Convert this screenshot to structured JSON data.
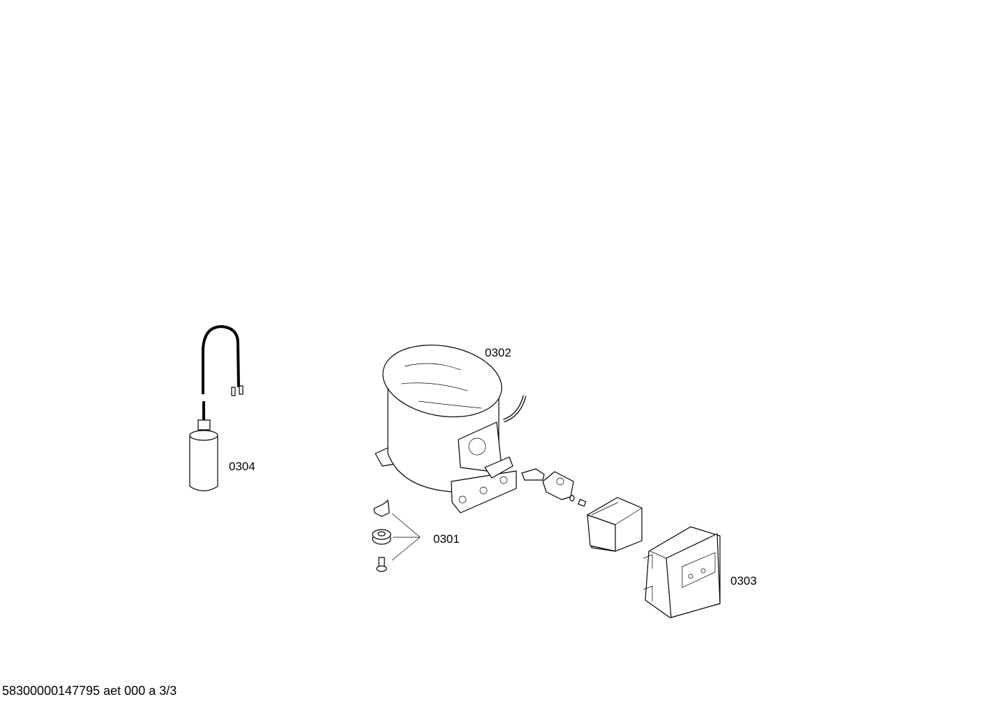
{
  "diagram": {
    "parts": [
      {
        "id": "0301",
        "label": "0301"
      },
      {
        "id": "0302",
        "label": "0302"
      },
      {
        "id": "0303",
        "label": "0303"
      },
      {
        "id": "0304",
        "label": "0304"
      }
    ]
  },
  "footer": {
    "document_code": "58300000147795 aet 000 a 3/3"
  }
}
